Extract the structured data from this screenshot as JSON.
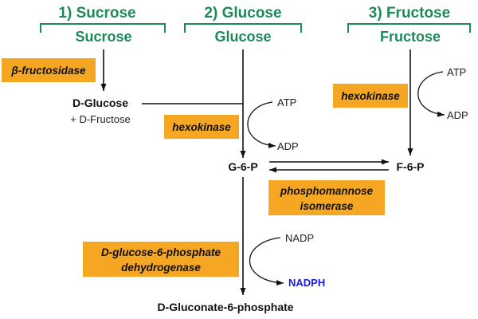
{
  "headers": {
    "sucrose": "1) Sucrose",
    "glucose": "2) Glucose",
    "fructose": "3) Fructose"
  },
  "substrates": {
    "sucrose": "Sucrose",
    "glucose": "Glucose",
    "fructose": "Fructose"
  },
  "nodes": {
    "d_glucose": "D-Glucose",
    "d_fructose": "+ D-Fructose",
    "g6p": "G-6-P",
    "f6p": "F-6-P",
    "gluconate": "D-Gluconate-6-phosphate"
  },
  "enzymes": {
    "fructosidase_prefix": "β",
    "fructosidase": "-fructosidase",
    "hexokinase_glucose": "hexokinase",
    "hexokinase_fructose": "hexokinase",
    "isomerase_line1": "phosphomannose",
    "isomerase_line2": "isomerase",
    "g6pdh_line1": "D-glucose-6-phosphate",
    "g6pdh_line2": "dehydrogenase"
  },
  "cofactors": {
    "atp_glucose": "ATP",
    "adp_glucose": "ADP",
    "atp_fructose": "ATP",
    "adp_fructose": "ADP",
    "nadp": "NADP",
    "nadph": "NADPH"
  },
  "colors": {
    "header_green": "#1e8a5a",
    "enzyme_orange": "#f5a623",
    "nadph_blue": "#1a1ae6",
    "line_black": "#111111"
  }
}
